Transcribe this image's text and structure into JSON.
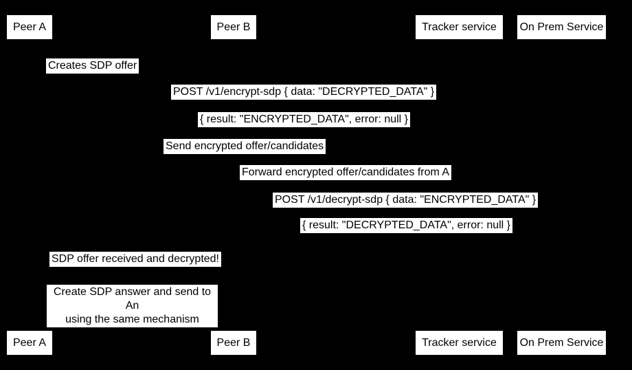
{
  "diagram": {
    "type": "sequence-diagram",
    "background_color": "#000000",
    "box_fill_color": "#ffffff",
    "text_color": "#000000"
  },
  "actors": [
    {
      "label": "Peer A"
    },
    {
      "label": "Peer B"
    },
    {
      "label": "Tracker service"
    },
    {
      "label": "On Prem Service"
    }
  ],
  "messages": [
    {
      "label": "Creates SDP offer"
    },
    {
      "label": "POST /v1/encrypt-sdp { data: \"DECRYPTED_DATA\" }"
    },
    {
      "label": "{ result: \"ENCRYPTED_DATA\", error: null }"
    },
    {
      "label": "Send encrypted offer/candidates"
    },
    {
      "label": "Forward encrypted offer/candidates from A"
    },
    {
      "label": "POST /v1/decrypt-sdp { data: \"ENCRYPTED_DATA\" }"
    },
    {
      "label": "{ result: \"DECRYPTED_DATA\", error: null }"
    },
    {
      "label": "SDP offer received and decrypted!"
    }
  ],
  "note": {
    "line1": "Create SDP answer and send to An",
    "line2": "using the same mechanism"
  }
}
